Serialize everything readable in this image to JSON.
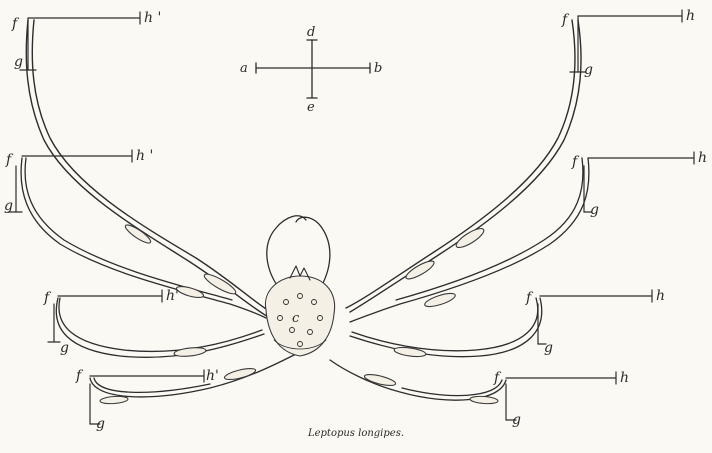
{
  "caption": "Leptopus longipes.",
  "body_label": "c",
  "compass": {
    "left": "a",
    "right": "b",
    "top": "d",
    "bottom": "e"
  },
  "pairs": [
    {
      "f": "f",
      "g": "g",
      "h": "h '"
    },
    {
      "f": "f",
      "g": "g",
      "h": "h"
    },
    {
      "f": "f",
      "g": "g",
      "h": "h '"
    },
    {
      "f": "f",
      "g": "g",
      "h": "h"
    },
    {
      "f": "f",
      "g": "g",
      "h": "h'"
    },
    {
      "f": "f",
      "g": "g",
      "h": "h"
    },
    {
      "f": "f",
      "g": "g",
      "h": "h'"
    },
    {
      "f": "f",
      "g": "g",
      "h": "h"
    }
  ]
}
